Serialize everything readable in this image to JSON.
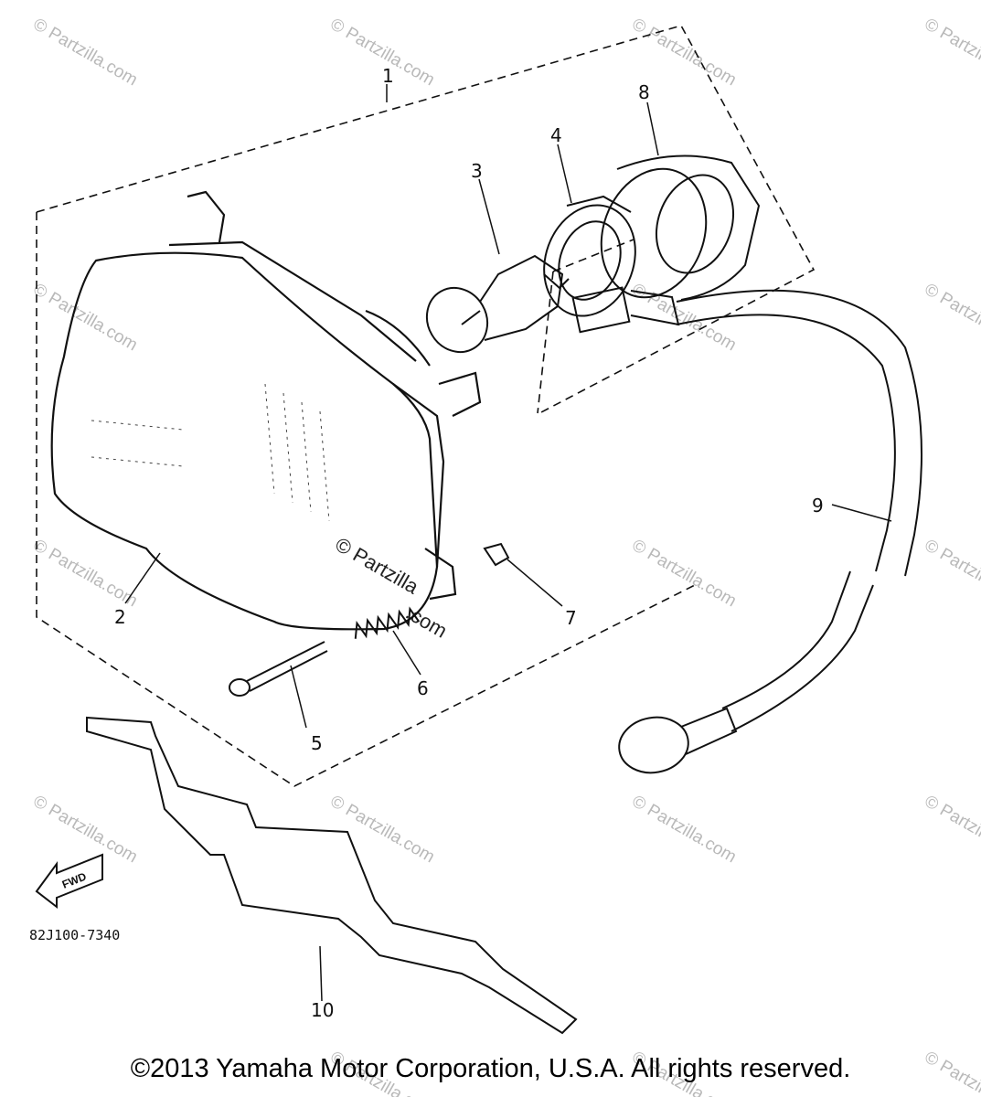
{
  "callouts": {
    "c1": "1",
    "c2": "2",
    "c3": "3",
    "c4": "4",
    "c5": "5",
    "c6": "6",
    "c7": "7",
    "c8": "8",
    "c9": "9",
    "c10": "10"
  },
  "diagram_code": "82J100-7340",
  "fwd_label": "FWD",
  "watermark_text": "© Partzilla.com",
  "center_watermark": {
    "line1": "© Partzilla",
    "line2": ".com"
  },
  "copyright": "©2013 Yamaha Motor Corporation, U.S.A. All rights reserved."
}
